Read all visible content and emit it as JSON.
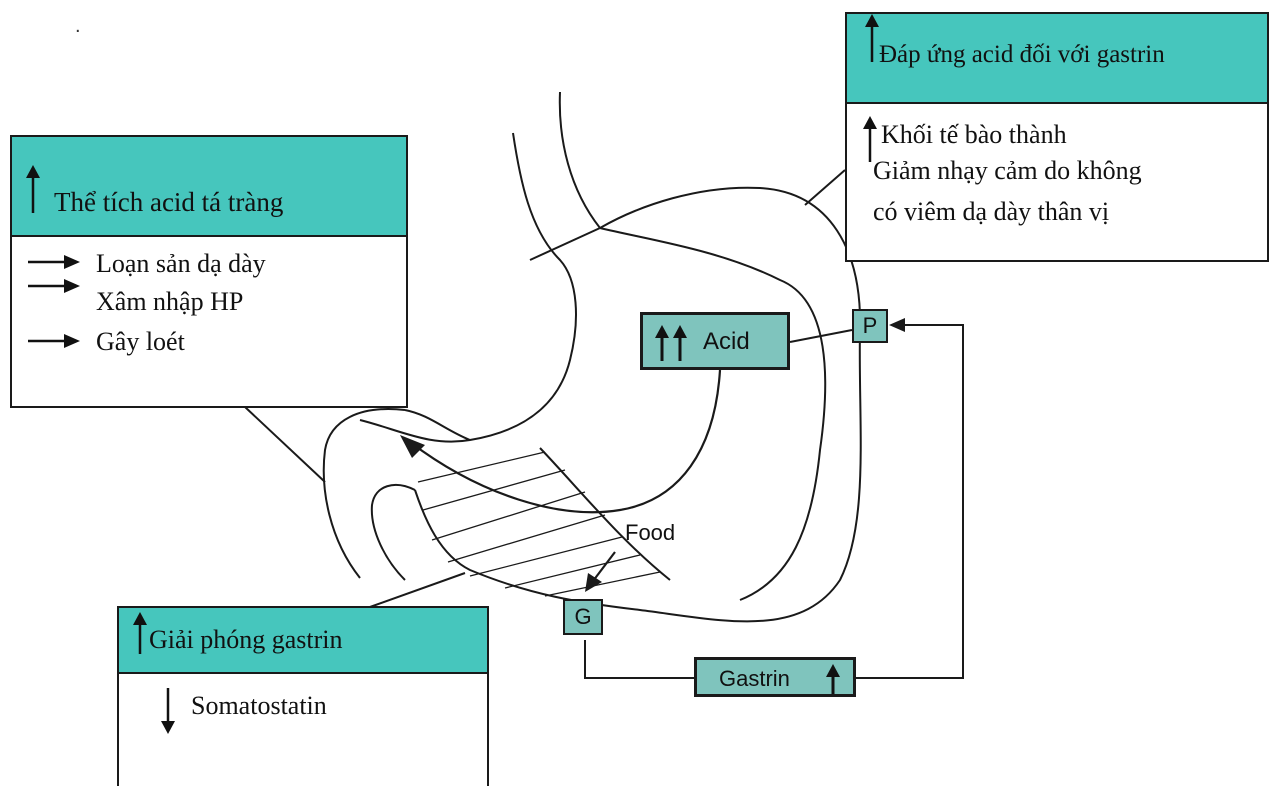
{
  "box_left": {
    "title": "Thể tích acid tá tràng",
    "items": [
      "Loạn sản dạ dày",
      "Xâm nhập HP",
      "Gây loét"
    ]
  },
  "box_right": {
    "title": "Đáp ứng acid đối với gastrin",
    "items": [
      "Khối tế bào thành",
      "Giảm nhạy cảm do không",
      "có viêm dạ dày thân vị"
    ]
  },
  "box_bottom": {
    "title": "Giải phóng gastrin",
    "items": [
      "Somatostatin"
    ]
  },
  "labels": {
    "acid": "Acid",
    "food": "Food",
    "p_cell": "P",
    "g_cell": "G",
    "gastrin": "Gastrin",
    "dot": "."
  },
  "colors": {
    "header_fill": "#46c6bd",
    "label_fill": "#7fc4bd",
    "stroke": "#1a1a1a"
  }
}
